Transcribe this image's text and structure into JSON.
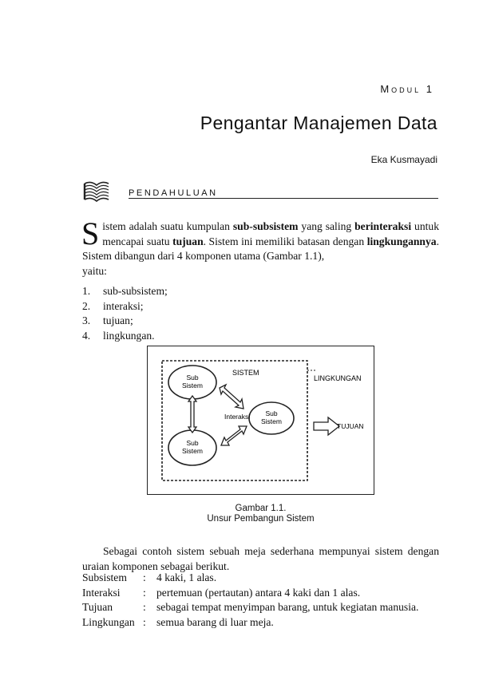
{
  "header": {
    "module": "Modul 1",
    "title": "Pengantar Manajemen Data",
    "author": "Eka Kusmayadi"
  },
  "section": {
    "heading": "PENDAHULUAN"
  },
  "intro": {
    "dropcap": "S",
    "line1_a": "istem adalah suatu kumpulan ",
    "line1_b": "sub-subsistem",
    "line1_c": " yang saling ",
    "line1_d": "berinteraksi",
    "line2_a": "untuk mencapai suatu ",
    "line2_b": "tujuan",
    "line2_c": ". Sistem ini memiliki batasan dengan",
    "line3_a": "lingkungannya",
    "line3_b": ". Sistem dibangun dari 4 komponen utama (Gambar 1.1),",
    "line4": "yaitu:"
  },
  "list": [
    {
      "num": "1.",
      "text": "sub-subsistem;"
    },
    {
      "num": "2.",
      "text": "interaksi;"
    },
    {
      "num": "3.",
      "text": "tujuan;"
    },
    {
      "num": "4.",
      "text": "lingkungan."
    }
  ],
  "figure": {
    "sistem": "SISTEM",
    "lingkungan": "LINGKUNGAN",
    "sub1_a": "Sub",
    "sub1_b": "Sistem",
    "sub2_a": "Sub",
    "sub2_b": "Sistem",
    "sub3_a": "Sub",
    "sub3_b": "Sistem",
    "interaksi": "Interaksi",
    "tujuan": "TUJUAN",
    "caption_line1": "Gambar 1.1.",
    "caption_line2": "Unsur Pembangun Sistem"
  },
  "example": {
    "text": "Sebagai contoh sistem sebuah meja sederhana mempunyai sistem dengan uraian komponen sebagai berikut."
  },
  "definitions": [
    {
      "term": "Subsistem",
      "colon": ":",
      "desc": "4 kaki, 1 alas."
    },
    {
      "term": "Interaksi",
      "colon": ":",
      "desc": "pertemuan (pertautan) antara 4 kaki dan 1 alas."
    },
    {
      "term": "Tujuan",
      "colon": ":",
      "desc": "sebagai tempat menyimpan barang, untuk kegiatan manusia."
    },
    {
      "term": "Lingkungan",
      "colon": ":",
      "desc": "semua barang di luar meja."
    }
  ]
}
